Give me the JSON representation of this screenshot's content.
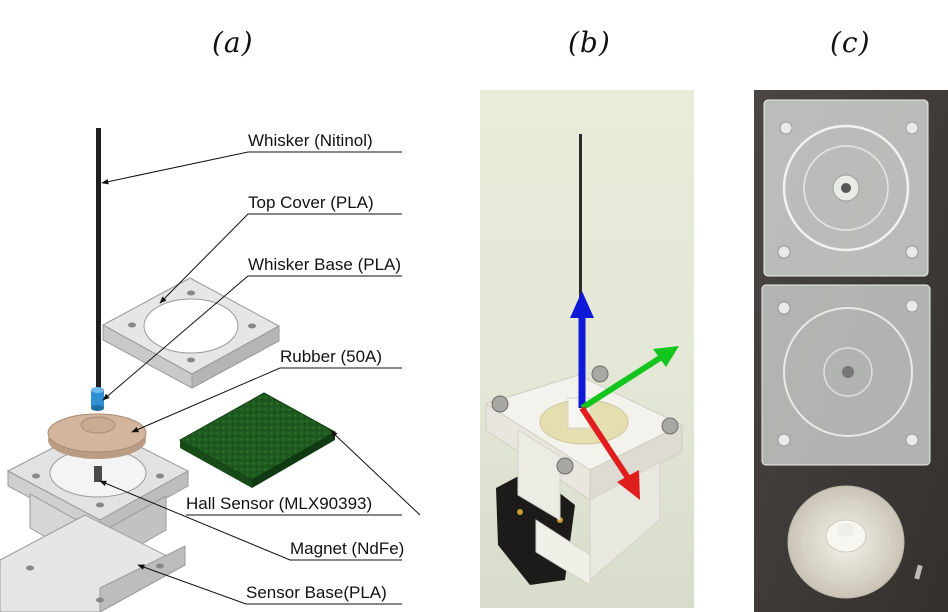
{
  "panels": {
    "a": {
      "label": "(a)"
    },
    "b": {
      "label": "(b)"
    },
    "c": {
      "label": "(c)"
    }
  },
  "callouts": [
    {
      "id": "whisker",
      "text": "Whisker (Nitinol)"
    },
    {
      "id": "top-cover",
      "text": "Top Cover (PLA)"
    },
    {
      "id": "whisker-base",
      "text": "Whisker Base (PLA)"
    },
    {
      "id": "rubber",
      "text": "Rubber (50A)"
    },
    {
      "id": "hall-sensor",
      "text": "Hall Sensor (MLX90393)"
    },
    {
      "id": "magnet",
      "text": "Magnet (NdFe)"
    },
    {
      "id": "sensor-base",
      "text": "Sensor Base(PLA)"
    }
  ],
  "colors": {
    "axis_x": "#e01e1e",
    "axis_y": "#14c51e",
    "axis_z": "#1018d8",
    "rubber": "#1f5a20",
    "whisker_base": "#d2b59c",
    "magnet": "#2f8fd0",
    "acrylic_bg": "#3e3a38"
  }
}
